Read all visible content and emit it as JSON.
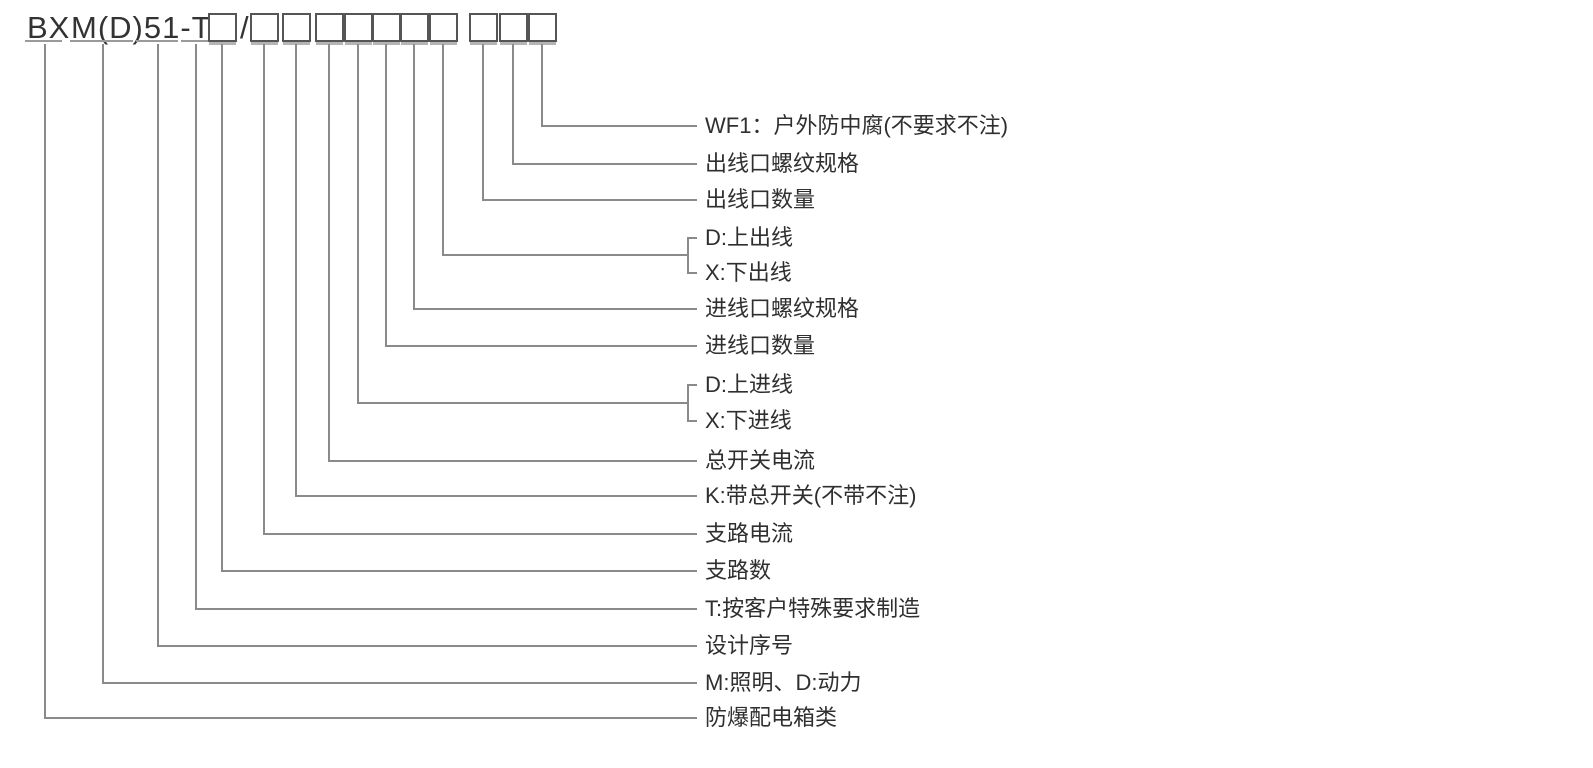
{
  "title_code": {
    "part1": "BX",
    "part2": "M(D)51-T",
    "separator": "/"
  },
  "diagram": {
    "entries": [
      {
        "id": "bx",
        "kind": "code-text",
        "label": "防爆配电箱类"
      },
      {
        "id": "md",
        "kind": "code-text",
        "label": "M:照明、D:动力"
      },
      {
        "id": "n51",
        "kind": "code-text",
        "label": "设计序号"
      },
      {
        "id": "t",
        "kind": "code-text",
        "label": "T:按客户特殊要求制造"
      },
      {
        "id": "b1",
        "kind": "code-box",
        "label": "支路数"
      },
      {
        "id": "b2",
        "kind": "code-box",
        "label": "支路电流"
      },
      {
        "id": "b3",
        "kind": "code-box",
        "label": "K:带总开关(不带不注)"
      },
      {
        "id": "b4",
        "kind": "code-box",
        "label": "总开关电流"
      },
      {
        "id": "b5",
        "kind": "code-box",
        "labels": [
          "D:上进线",
          "X:下进线"
        ]
      },
      {
        "id": "b6",
        "kind": "code-box",
        "label": "进线口数量"
      },
      {
        "id": "b7",
        "kind": "code-box",
        "label": "进线口螺纹规格"
      },
      {
        "id": "b8",
        "kind": "code-box",
        "labels": [
          "D:上出线",
          "X:下出线"
        ]
      },
      {
        "id": "b9",
        "kind": "code-box",
        "label": "出线口数量"
      },
      {
        "id": "b10",
        "kind": "code-box",
        "label": "出线口螺纹规格"
      },
      {
        "id": "b11",
        "kind": "code-box",
        "label": "WF1：户外防中腐(不要求不注)"
      }
    ]
  },
  "colors": {
    "line": "#8a8a8a",
    "text": "#2f2f2f",
    "code_text": "#333333",
    "box_border": "#555555",
    "box_shadow": "#b5b5b5",
    "background": "#ffffff"
  }
}
